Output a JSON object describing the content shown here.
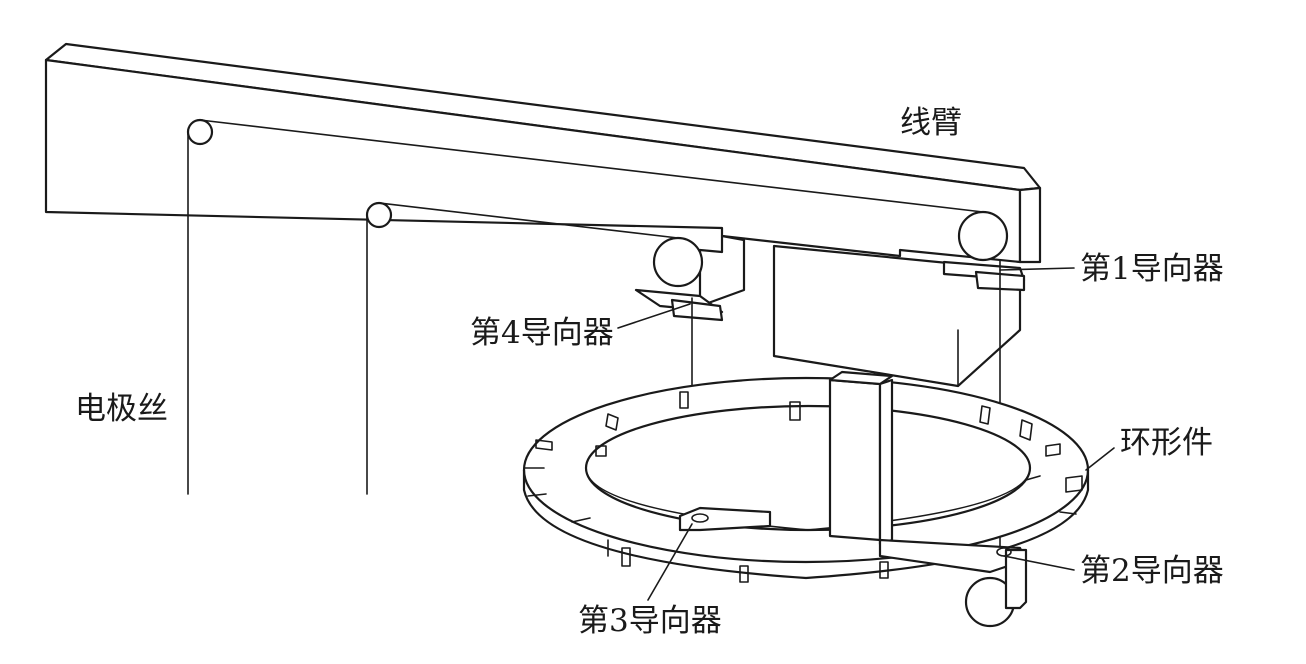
{
  "diagram": {
    "labels": {
      "wire_arm": "线臂",
      "electrode_wire": "电极丝",
      "ring_part": "环形件",
      "guide_1": "第1导向器",
      "guide_2": "第2导向器",
      "guide_3": "第3导向器",
      "guide_4": "第4导向器"
    },
    "line_color": "#1a1a1a",
    "background": "#ffffff"
  }
}
